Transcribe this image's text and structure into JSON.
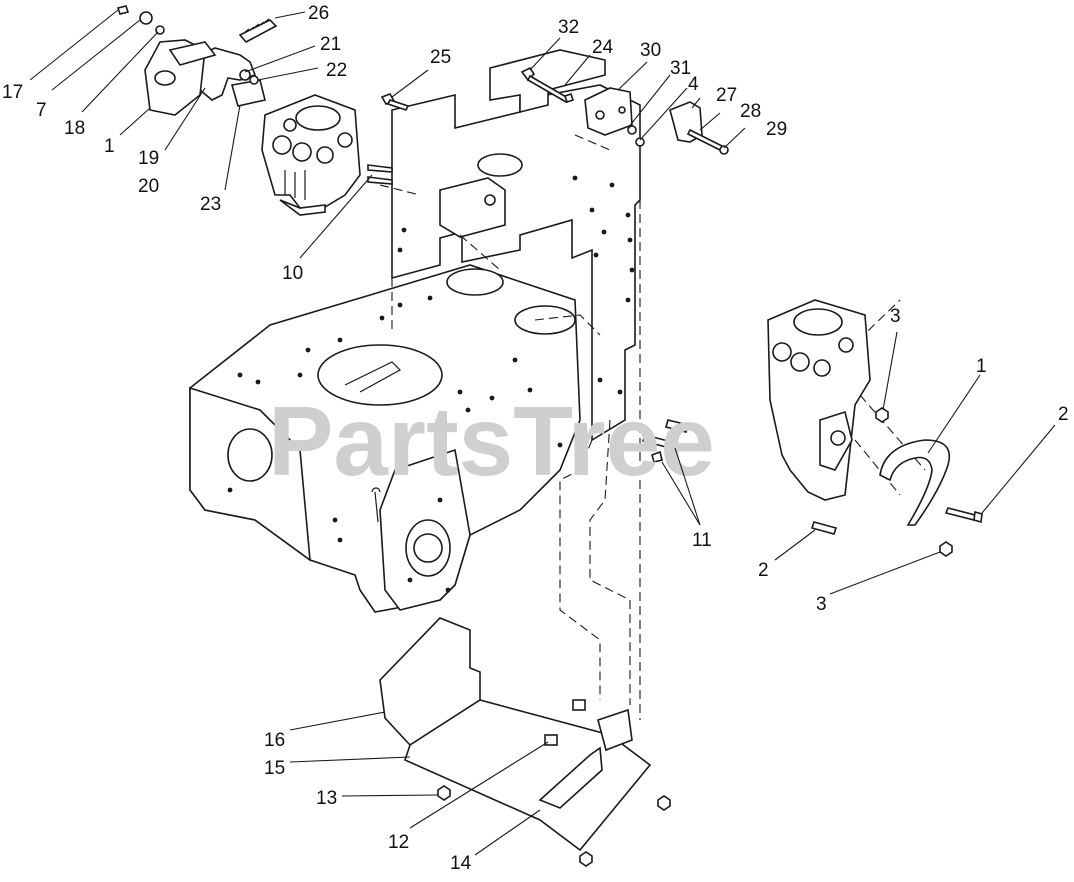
{
  "watermark": "PartsTree",
  "callouts": [
    {
      "id": "c17",
      "label": "17"
    },
    {
      "id": "c7",
      "label": "7"
    },
    {
      "id": "c18",
      "label": "18"
    },
    {
      "id": "c1a",
      "label": "1"
    },
    {
      "id": "c19",
      "label": "19"
    },
    {
      "id": "c20",
      "label": "20"
    },
    {
      "id": "c23",
      "label": "23"
    },
    {
      "id": "c26",
      "label": "26"
    },
    {
      "id": "c21",
      "label": "21"
    },
    {
      "id": "c22",
      "label": "22"
    },
    {
      "id": "c25",
      "label": "25"
    },
    {
      "id": "c10",
      "label": "10"
    },
    {
      "id": "c32",
      "label": "32"
    },
    {
      "id": "c24",
      "label": "24"
    },
    {
      "id": "c30",
      "label": "30"
    },
    {
      "id": "c31",
      "label": "31"
    },
    {
      "id": "c4",
      "label": "4"
    },
    {
      "id": "c27",
      "label": "27"
    },
    {
      "id": "c28",
      "label": "28"
    },
    {
      "id": "c29",
      "label": "29"
    },
    {
      "id": "c3a",
      "label": "3"
    },
    {
      "id": "c1b",
      "label": "1"
    },
    {
      "id": "c2a",
      "label": "2"
    },
    {
      "id": "c11",
      "label": "11"
    },
    {
      "id": "c2b",
      "label": "2"
    },
    {
      "id": "c3b",
      "label": "3"
    },
    {
      "id": "c16",
      "label": "16"
    },
    {
      "id": "c15",
      "label": "15"
    },
    {
      "id": "c13",
      "label": "13"
    },
    {
      "id": "c12",
      "label": "12"
    },
    {
      "id": "c14",
      "label": "14"
    }
  ]
}
